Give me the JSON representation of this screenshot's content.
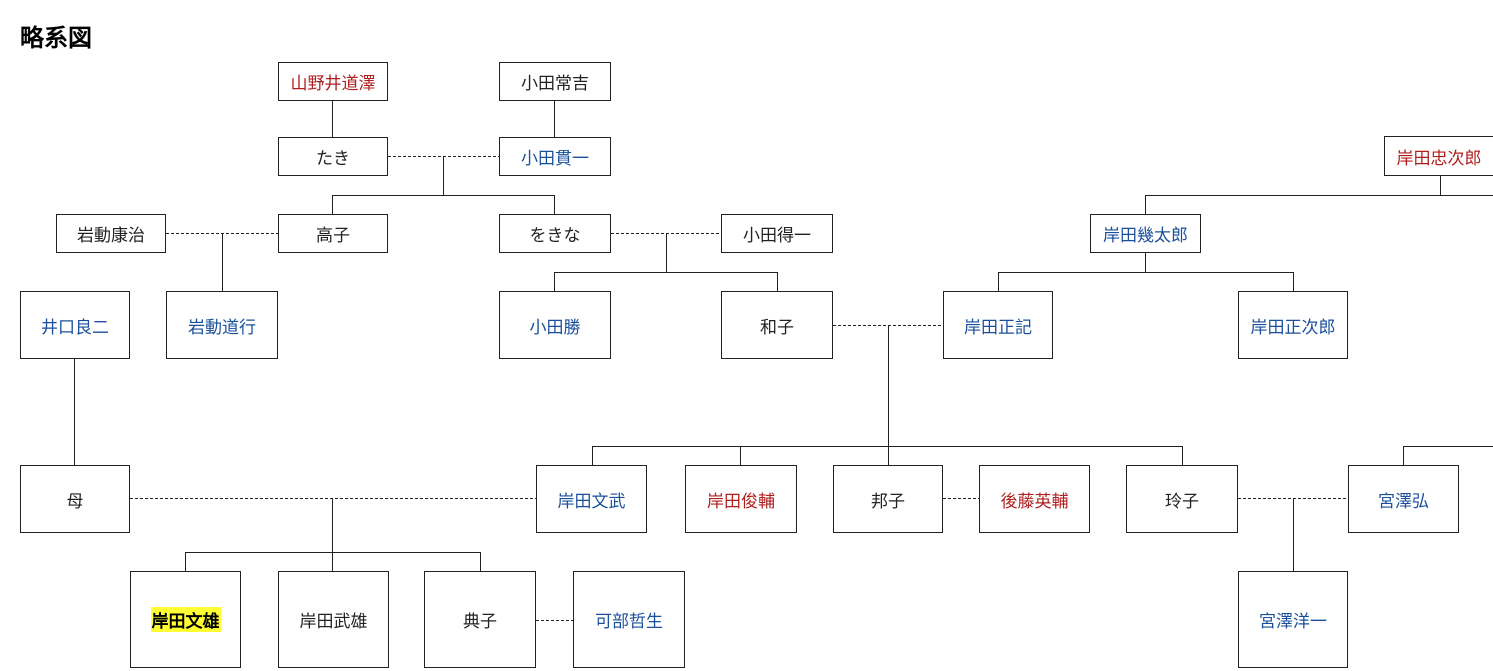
{
  "title": "略系図",
  "people": {
    "yamanoi_dotaku": {
      "name": "山野井道澤",
      "tone": "red"
    },
    "oda_tsunekichi": {
      "name": "小田常吉",
      "tone": "plain"
    },
    "taki": {
      "name": "たき",
      "tone": "plain"
    },
    "oda_kanichi": {
      "name": "小田貫一",
      "tone": "blue"
    },
    "kishida_chujiro": {
      "name": "岸田忠次郎",
      "tone": "red"
    },
    "iwarugi_yasuharu": {
      "name": "岩動康治",
      "tone": "plain"
    },
    "takako": {
      "name": "高子",
      "tone": "plain"
    },
    "okina": {
      "name": "をきな",
      "tone": "plain"
    },
    "oda_tokuichi": {
      "name": "小田得一",
      "tone": "plain"
    },
    "kishida_ikutaro": {
      "name": "岸田幾太郎",
      "tone": "blue"
    },
    "iguchi_ryoji": {
      "name": "井口良二",
      "tone": "blue"
    },
    "iwarugi_michiyuki": {
      "name": "岩動道行",
      "tone": "blue"
    },
    "oda_masaru": {
      "name": "小田勝",
      "tone": "blue"
    },
    "kazuko": {
      "name": "和子",
      "tone": "plain"
    },
    "kishida_masaki": {
      "name": "岸田正記",
      "tone": "blue"
    },
    "kishida_shojiro": {
      "name": "岸田正次郎",
      "tone": "blue"
    },
    "haha": {
      "name": "母",
      "tone": "plain"
    },
    "kishida_fumitake": {
      "name": "岸田文武",
      "tone": "blue"
    },
    "kishida_toshisuke": {
      "name": "岸田俊輔",
      "tone": "red"
    },
    "kuniko": {
      "name": "邦子",
      "tone": "plain"
    },
    "goto_eisuke": {
      "name": "後藤英輔",
      "tone": "red"
    },
    "reiko": {
      "name": "玲子",
      "tone": "plain"
    },
    "miyazawa_hiroshi": {
      "name": "宮澤弘",
      "tone": "blue"
    },
    "kishida_fumio": {
      "name": "岸田文雄",
      "tone": "plain",
      "highlight": true
    },
    "kishida_takeo": {
      "name": "岸田武雄",
      "tone": "plain"
    },
    "noriko": {
      "name": "典子",
      "tone": "plain"
    },
    "kabe_tetsuo": {
      "name": "可部哲生",
      "tone": "blue"
    },
    "miyazawa_yoichi": {
      "name": "宮澤洋一",
      "tone": "blue"
    }
  },
  "marriages": [
    [
      "taki",
      "oda_kanichi"
    ],
    [
      "iwarugi_yasuharu",
      "takako"
    ],
    [
      "okina",
      "oda_tokuichi"
    ],
    [
      "kazuko",
      "kishida_masaki"
    ],
    [
      "haha",
      "kishida_fumitake"
    ],
    [
      "kuniko",
      "goto_eisuke"
    ],
    [
      "reiko",
      "miyazawa_hiroshi"
    ],
    [
      "noriko",
      "kabe_tetsuo"
    ]
  ],
  "parent_child": [
    [
      "yamanoi_dotaku",
      "taki"
    ],
    [
      "oda_tsunekichi",
      "oda_kanichi"
    ],
    [
      "taki+oda_kanichi",
      "takako"
    ],
    [
      "taki+oda_kanichi",
      "okina"
    ],
    [
      "iwarugi_yasuharu+takako",
      "iwarugi_michiyuki"
    ],
    [
      "okina+oda_tokuichi",
      "oda_masaru"
    ],
    [
      "okina+oda_tokuichi",
      "kazuko"
    ],
    [
      "kishida_chujiro",
      "kishida_ikutaro"
    ],
    [
      "kishida_ikutaro",
      "kishida_masaki"
    ],
    [
      "kishida_ikutaro",
      "kishida_shojiro"
    ],
    [
      "iguchi_ryoji",
      "haha"
    ],
    [
      "kazuko+kishida_masaki",
      "kishida_fumitake"
    ],
    [
      "kazuko+kishida_masaki",
      "kishida_toshisuke"
    ],
    [
      "kazuko+kishida_masaki",
      "kuniko"
    ],
    [
      "kazuko+kishida_masaki",
      "reiko"
    ],
    [
      "haha+kishida_fumitake",
      "kishida_fumio"
    ],
    [
      "haha+kishida_fumitake",
      "kishida_takeo"
    ],
    [
      "haha+kishida_fumitake",
      "noriko"
    ],
    [
      "reiko+miyazawa_hiroshi",
      "miyazawa_yoichi"
    ]
  ]
}
